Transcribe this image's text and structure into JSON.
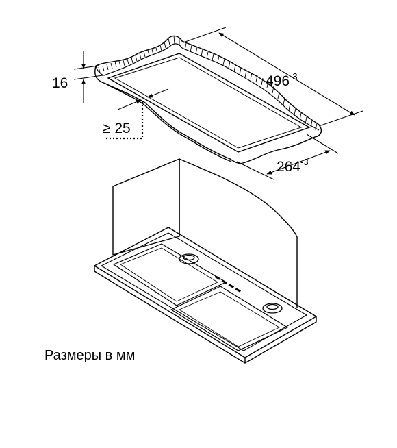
{
  "dimensions": {
    "thickness": "16",
    "gap": "≥ 25",
    "length": "496",
    "length_tolerance": "-3",
    "width": "264",
    "width_tolerance": "-3"
  },
  "caption": "Размеры в мм",
  "colors": {
    "line": "#000000",
    "background": "#ffffff"
  }
}
